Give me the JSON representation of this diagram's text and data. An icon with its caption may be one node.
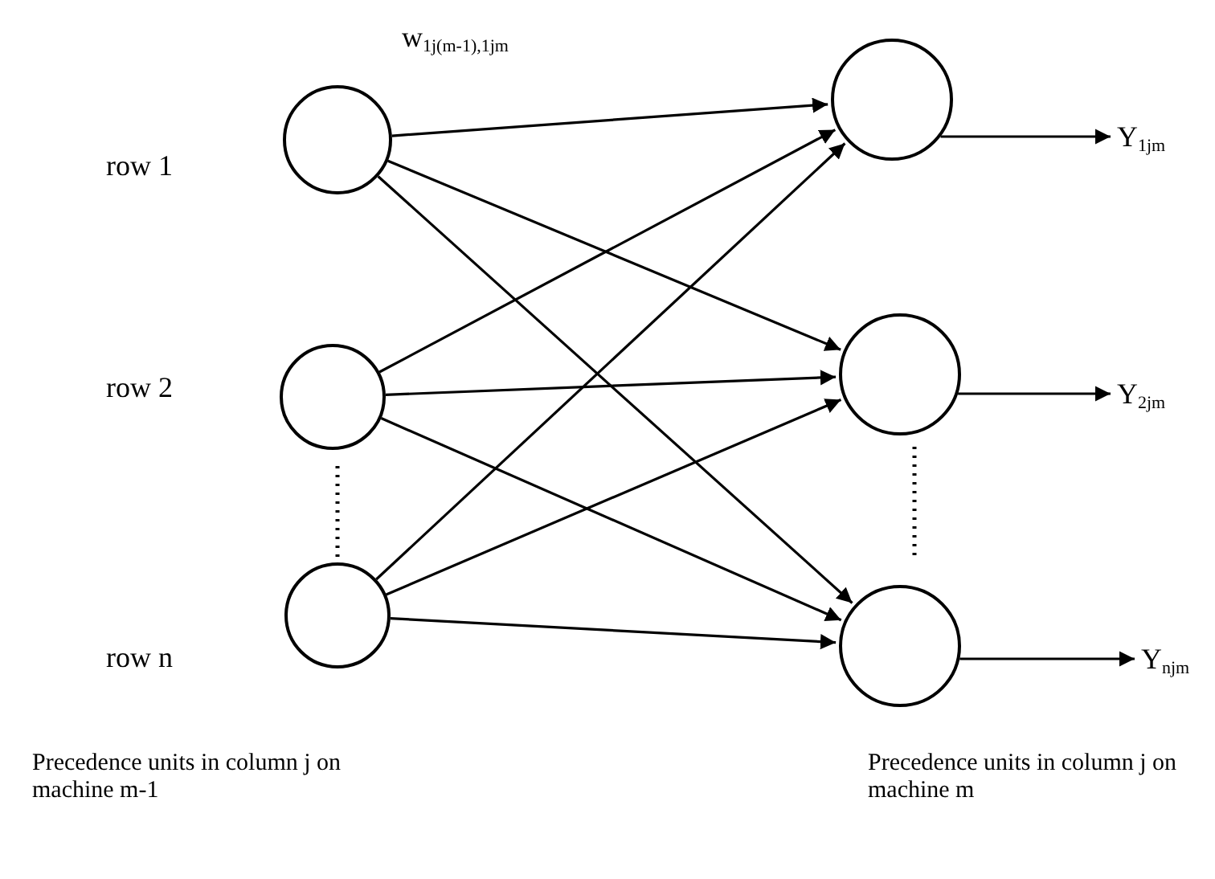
{
  "diagram": {
    "nodes": [
      {
        "text": [],
        "shape": "circle"
      },
      {
        "text": [],
        "shape": "circle"
      },
      {
        "text": [],
        "shape": "circle"
      },
      {
        "text": [],
        "shape": "circle"
      },
      {
        "text": [],
        "shape": "circle"
      },
      {
        "text": [],
        "shape": "circle"
      },
      {
        "text": [
          "Y$_{1jm}$"
        ]
      },
      {
        "text": [
          "Y$_{2jm}$"
        ]
      },
      {
        "text": [
          "Y$_{njm}$"
        ]
      }
    ],
    "edges": [
      {
        "from": 0,
        "to": 3,
        "arrow": "to"
      },
      {
        "from": 0,
        "to": 4,
        "arrow": "to"
      },
      {
        "from": 0,
        "to": 5,
        "arrow": "to"
      },
      {
        "from": 1,
        "to": 3,
        "arrow": "to"
      },
      {
        "from": 1,
        "to": 4,
        "arrow": "to"
      },
      {
        "from": 1,
        "to": 5,
        "arrow": "to"
      },
      {
        "from": 2,
        "to": 3,
        "arrow": "to"
      },
      {
        "from": 2,
        "to": 4,
        "arrow": "to"
      },
      {
        "from": 2,
        "to": 5,
        "arrow": "to"
      },
      {
        "from": 3,
        "to": 6,
        "arrow": "to"
      },
      {
        "from": 4,
        "to": 7,
        "arrow": "to"
      },
      {
        "from": 5,
        "to": 8,
        "arrow": "to"
      }
    ],
    "labels": [
      "w$_{1j(m-1),1jm}$",
      "row 1",
      "row 2",
      "row n",
      "Precedence units in column j on machine m-1",
      "Precedence units in column j on machine m"
    ]
  }
}
